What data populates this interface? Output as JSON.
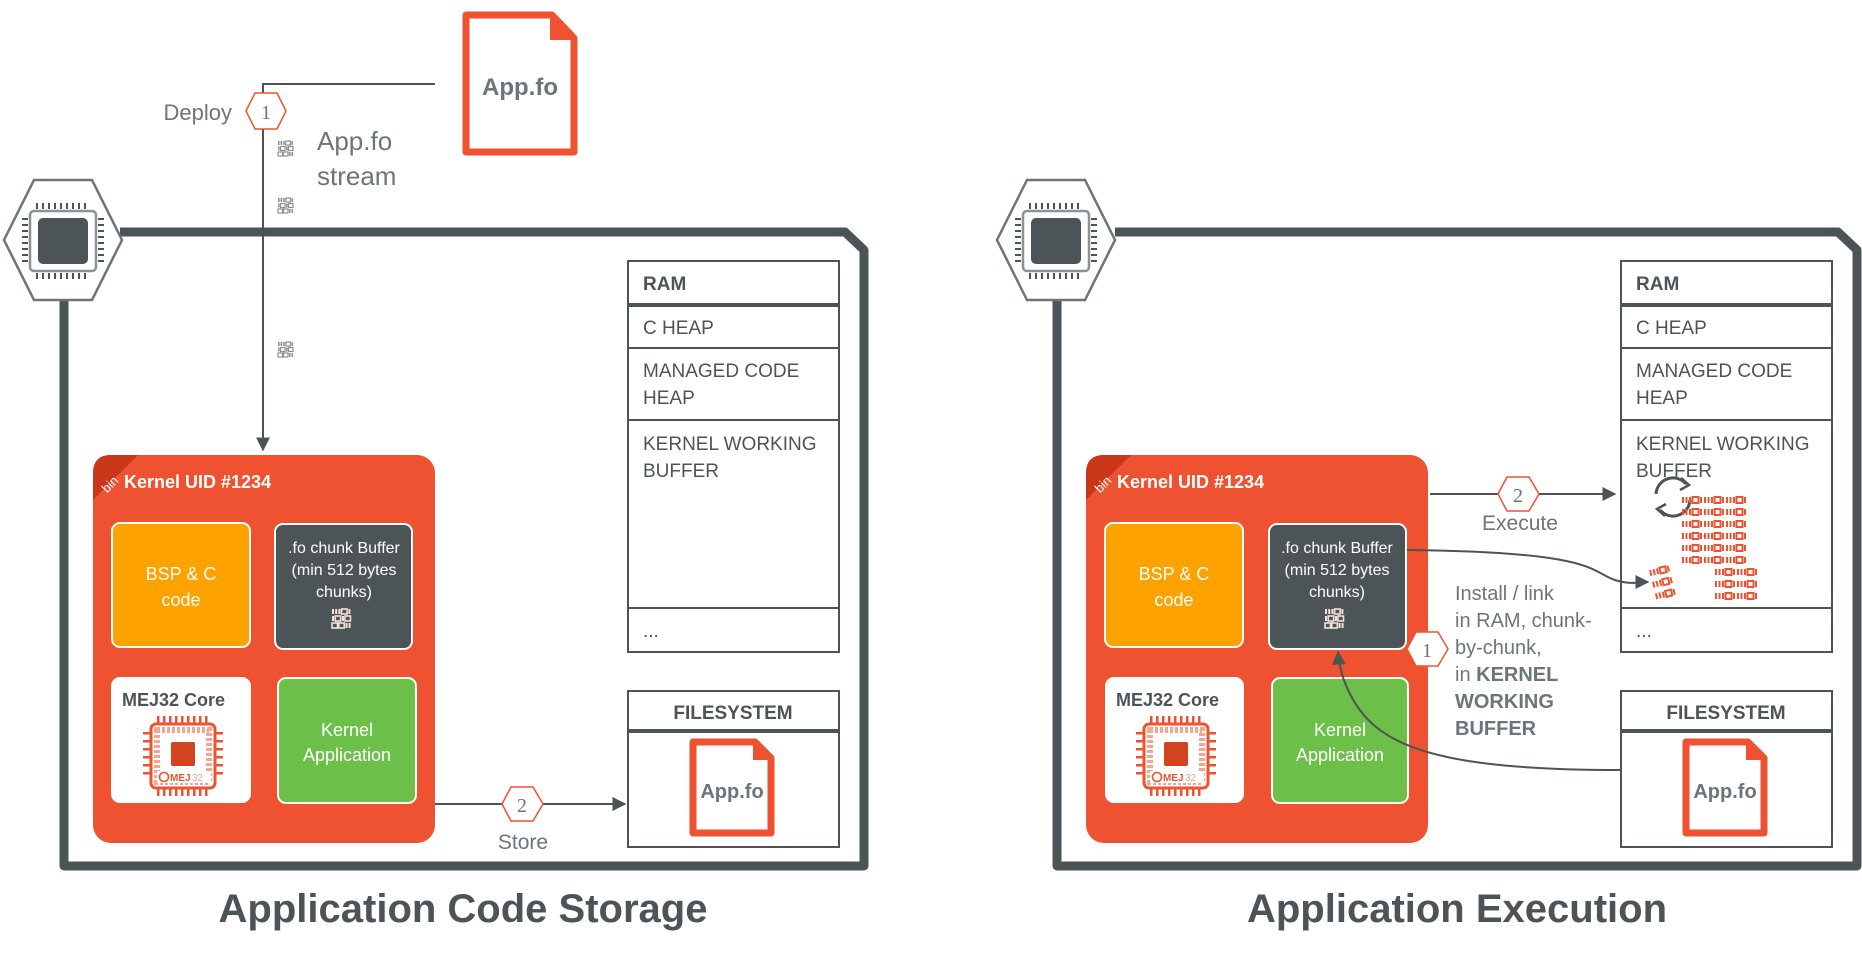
{
  "colors": {
    "accent": "#ee5230",
    "dark": "#4d5457",
    "text_grey": "#6b757a",
    "bsp_orange": "#fea200",
    "buffer_dark": "#4d5457",
    "kernel_app_green": "#6cc04a",
    "ribbon_red": "#c9361a"
  },
  "top": {
    "deploy_label": "Deploy",
    "deploy_step": "1",
    "stream_label_line1": "App.fo",
    "stream_label_line2": "stream",
    "source_file_label": "App.fo"
  },
  "panels": [
    {
      "title": "Application Code Storage",
      "kernel": {
        "ribbon": "bin",
        "title": "Kernel UID #1234",
        "bsp_line1": "BSP & C",
        "bsp_line2": "code",
        "buffer_line1": ".fo chunk Buffer",
        "buffer_line2": "(min 512 bytes",
        "buffer_line3": "chunks)",
        "core_title": "MEJ32 Core",
        "core_logo_text_a": "MEJ",
        "core_logo_text_b": "32",
        "app_line1": "Kernel",
        "app_line2": "Application"
      },
      "ram": {
        "header": "RAM",
        "rows": [
          "C HEAP",
          "MANAGED CODE",
          "HEAP",
          "KERNEL WORKING",
          "BUFFER",
          "..."
        ]
      },
      "filesystem": {
        "header": "FILESYSTEM",
        "file_label": "App.fo"
      },
      "step": {
        "number": "2",
        "label": "Store"
      }
    },
    {
      "title": "Application Execution",
      "kernel": {
        "ribbon": "bin",
        "title": "Kernel UID #1234",
        "bsp_line1": "BSP & C",
        "bsp_line2": "code",
        "buffer_line1": ".fo chunk Buffer",
        "buffer_line2": "(min 512 bytes",
        "buffer_line3": "chunks)",
        "core_title": "MEJ32 Core",
        "core_logo_text_a": "MEJ",
        "core_logo_text_b": "32",
        "app_line1": "Kernel",
        "app_line2": "Application"
      },
      "ram": {
        "header": "RAM",
        "rows": [
          "C HEAP",
          "MANAGED CODE",
          "HEAP",
          "KERNEL WORKING",
          "BUFFER",
          "..."
        ]
      },
      "filesystem": {
        "header": "FILESYSTEM",
        "file_label": "App.fo"
      },
      "step_execute": {
        "number": "2",
        "label": "Execute"
      },
      "step_install": {
        "number": "1",
        "lines": [
          "Install / link",
          "in RAM, chunk-",
          "by-chunk,"
        ],
        "line4_prefix": "in ",
        "line4_bold": "KERNEL",
        "line5_bold": "WORKING",
        "line6_bold": "BUFFER"
      }
    }
  ]
}
